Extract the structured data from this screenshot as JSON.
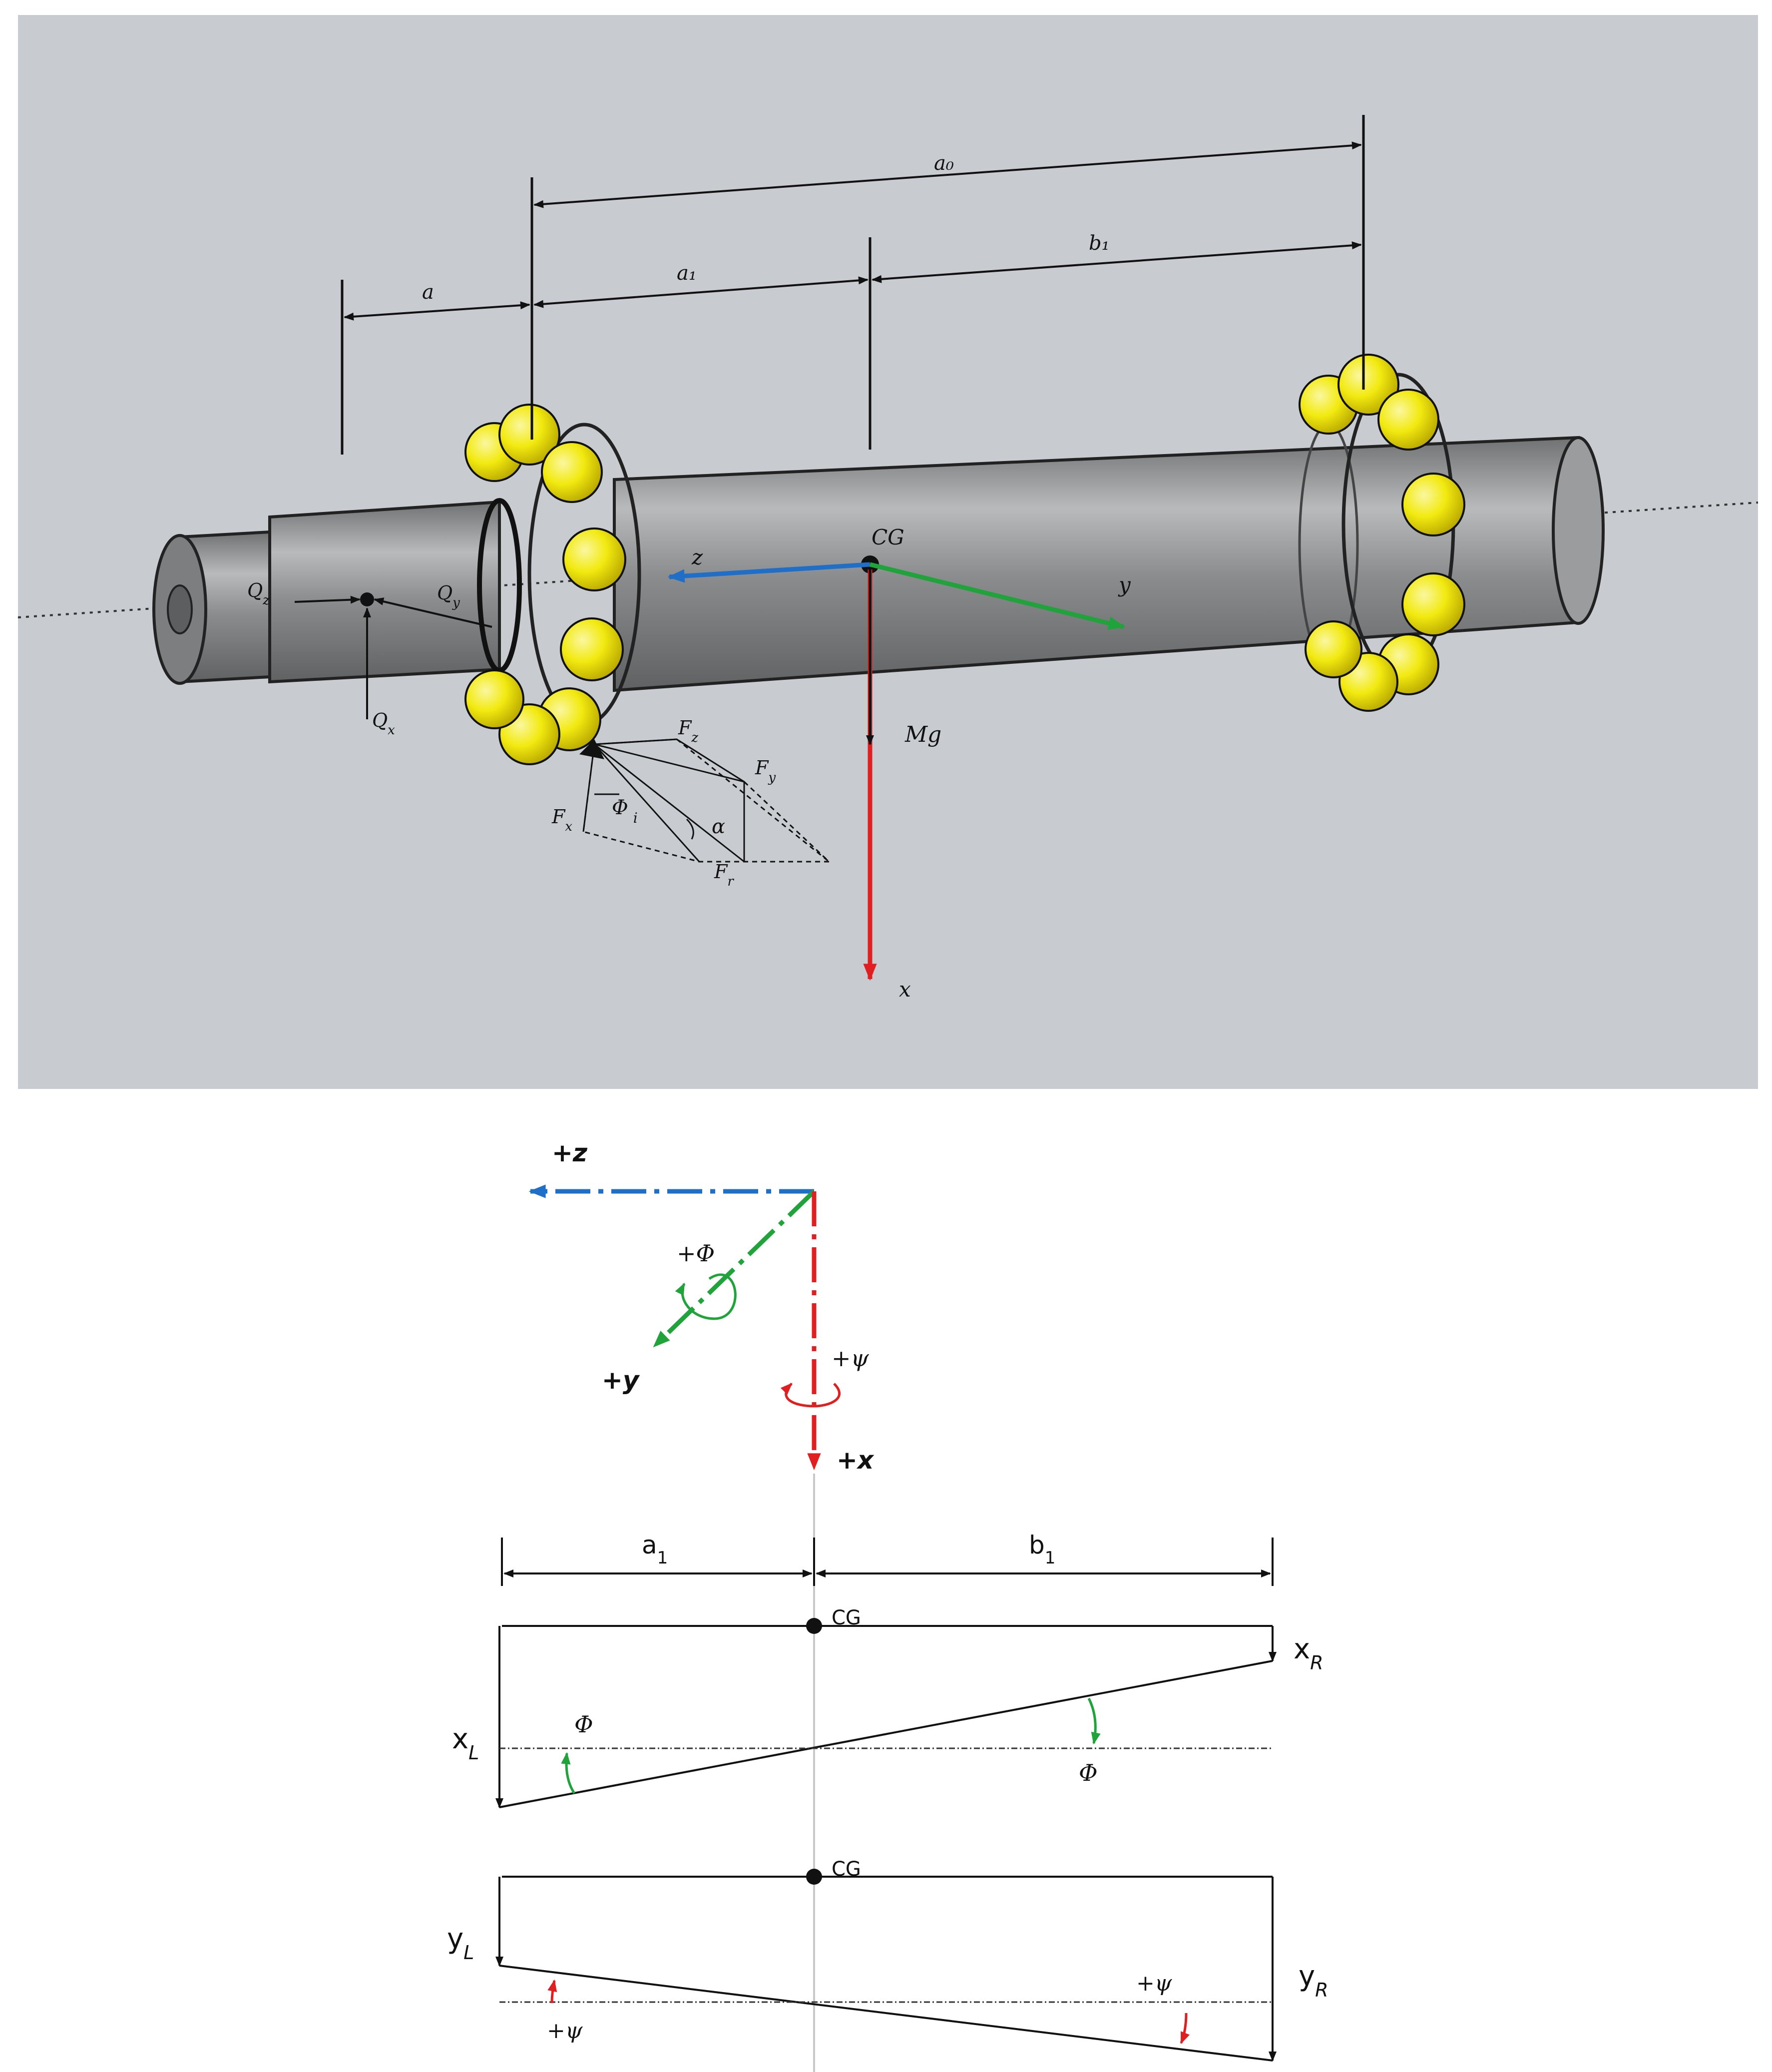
{
  "figure_3d": {
    "dims": {
      "a": "a",
      "a1": "a₁",
      "a0": "a₀",
      "b1": "b₁"
    },
    "axes": {
      "z": "z",
      "y": "y",
      "x": "x"
    },
    "cg": "CG",
    "weight": "Mg",
    "loads": {
      "qz": "Q",
      "qz_sub": "z",
      "qy": "Q",
      "qy_sub": "y",
      "qx": "Q",
      "qx_sub": "x"
    },
    "bearing_forces": {
      "fz": "F",
      "fz_sub": "z",
      "fy": "F",
      "fy_sub": "y",
      "fx": "F",
      "fx_sub": "x",
      "fr": "F",
      "fr_sub": "r",
      "phi_i": "Φ",
      "phi_i_sub": "i",
      "alpha": "α"
    }
  },
  "coordinate_system": {
    "z": "+z",
    "y": "+y",
    "x": "+x",
    "phi": "+Φ",
    "psi": "+ψ"
  },
  "diagram_x": {
    "a1": "a",
    "a1_sub": "1",
    "b1": "b",
    "b1_sub": "1",
    "cg": "CG",
    "xl": "x",
    "xl_sub": "L",
    "xr": "x",
    "xr_sub": "R",
    "phi_left": "Φ",
    "phi_right": "Φ"
  },
  "diagram_y": {
    "cg": "CG",
    "yl": "y",
    "yl_sub": "L",
    "yr": "y",
    "yr_sub": "R",
    "psi_left": "+ψ",
    "psi_right": "+ψ"
  },
  "colors": {
    "panel_bg": "#c8ccd0",
    "shaft": "#8e9092",
    "ball": "#f2ea10",
    "axis_z": "#1f6fc8",
    "axis_y": "#1fa33a",
    "axis_x": "#e02020"
  }
}
